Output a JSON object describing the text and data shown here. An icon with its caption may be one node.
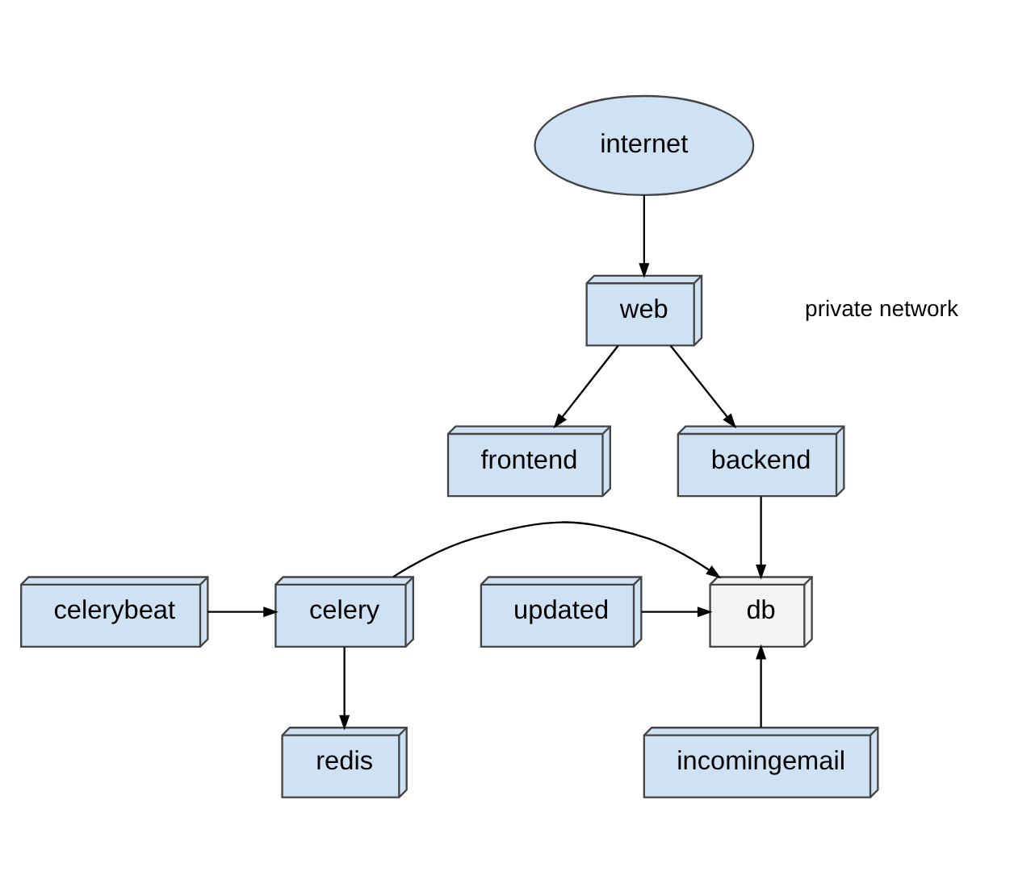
{
  "diagram": {
    "nodes": [
      {
        "text": [
          "internet"
        ]
      },
      {
        "text": [
          "web"
        ]
      },
      {
        "text": [
          "frontend"
        ]
      },
      {
        "text": [
          "backend"
        ]
      },
      {
        "text": [
          "celerybeat"
        ]
      },
      {
        "text": [
          "celery"
        ]
      },
      {
        "text": [
          "db"
        ]
      },
      {
        "text": [
          "updated"
        ]
      },
      {
        "text": [
          "redis"
        ]
      },
      {
        "text": [
          "incomingemail"
        ]
      }
    ],
    "edges": [
      {
        "from": 0,
        "to": 1,
        "arrow": "to"
      },
      {
        "from": 1,
        "to": 2,
        "arrow": "to"
      },
      {
        "from": 1,
        "to": 3,
        "arrow": "to"
      },
      {
        "from": 3,
        "to": 6,
        "arrow": "to"
      },
      {
        "from": 4,
        "to": 5,
        "arrow": "to"
      },
      {
        "from": 5,
        "to": 6,
        "arrow": "to"
      },
      {
        "from": 7,
        "to": 6,
        "arrow": "to"
      },
      {
        "from": 5,
        "to": 8,
        "arrow": "to"
      },
      {
        "from": 9,
        "to": 6,
        "arrow": "to"
      }
    ],
    "labels": [
      "private network"
    ]
  }
}
